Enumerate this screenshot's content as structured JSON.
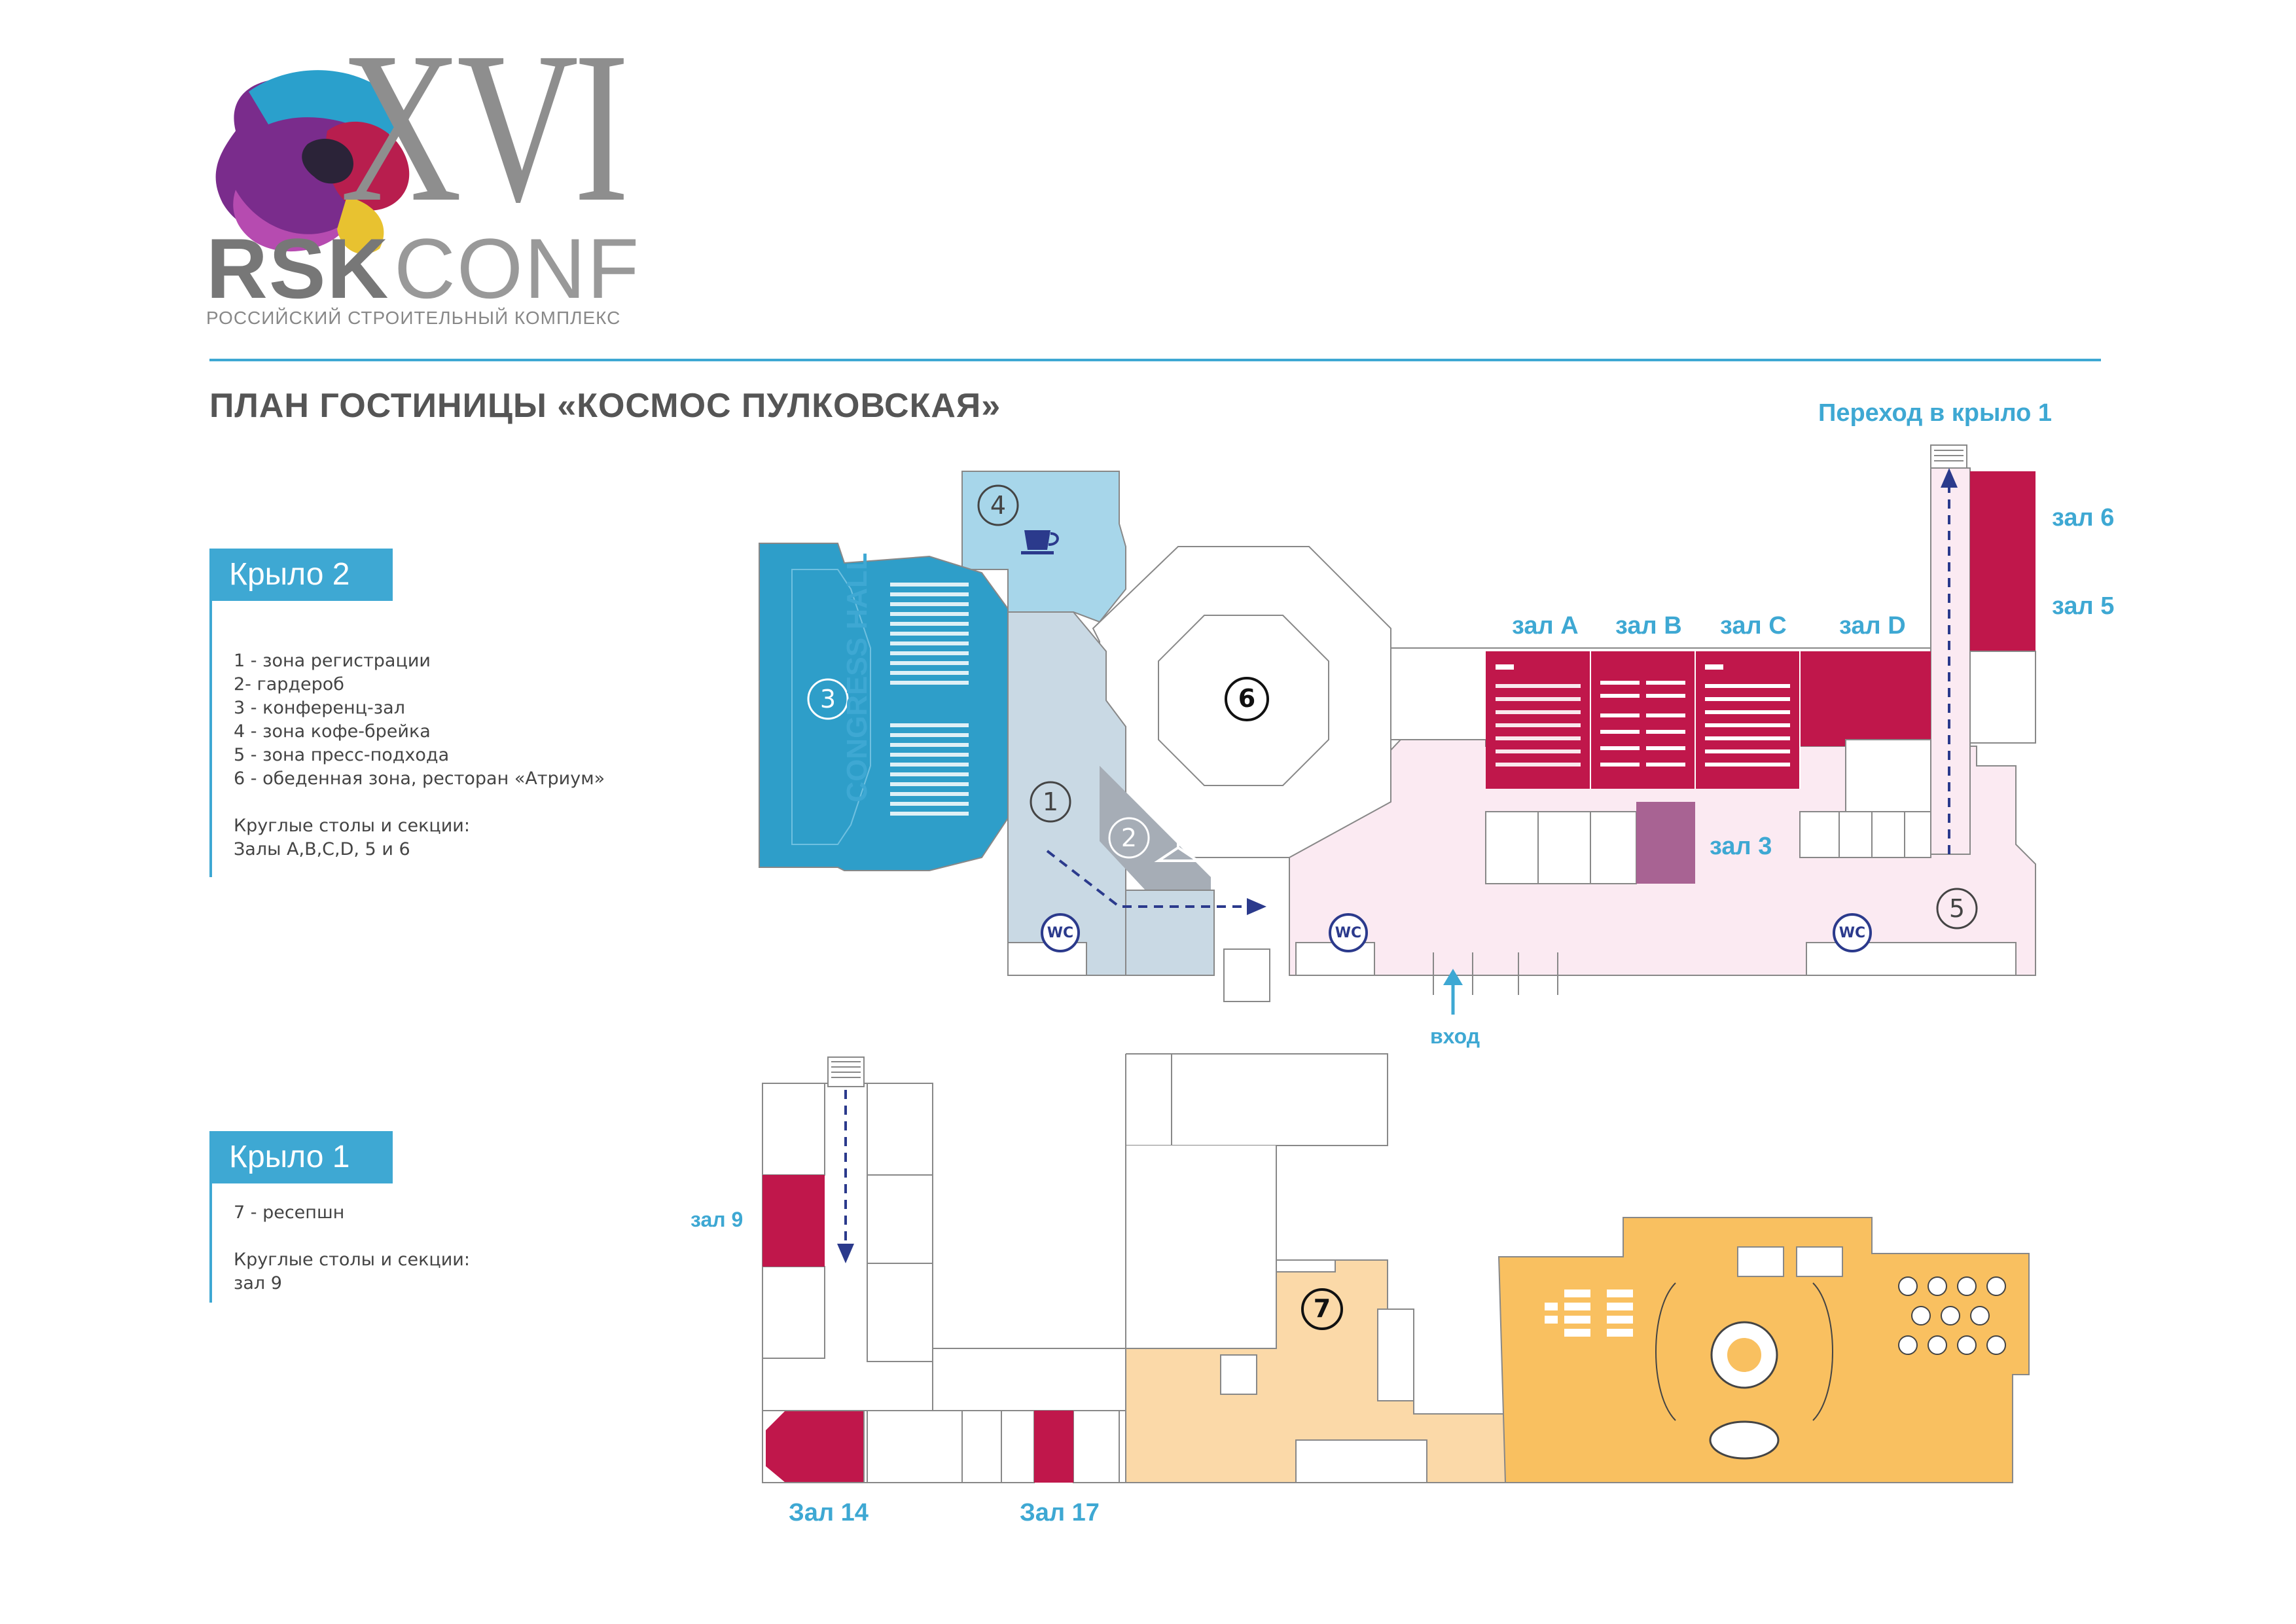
{
  "logo": {
    "numeral": "XVI",
    "brand_bold": "RSK",
    "brand_light": "CONF",
    "subtitle": "РОССИЙСКИЙ СТРОИТЕЛЬНЫЙ КОМПЛЕКС"
  },
  "page_title": "ПЛАН ГОСТИНИЦЫ «КОСМОС ПУЛКОВСКАЯ»",
  "wing2": {
    "tag": "Крыло 2",
    "legend": [
      "1 - зона регистрации",
      "2- гардероб",
      "3 - конференц-зал",
      "4 - зона кофе-брейка",
      "5 - зона пресс-подхода",
      "6 - обеденная зона, ресторан «Атриум»"
    ],
    "sections_title": "Круглые столы и секции:",
    "sections": "Залы A,B,C,D, 5 и 6"
  },
  "wing1": {
    "tag": "Крыло 1",
    "legend": [
      "7 - ресепшн"
    ],
    "sections_title": "Круглые столы и секции:",
    "sections": "зал 9"
  },
  "map_labels": {
    "congress_hall": "CONGRESS HALL",
    "transition": "Переход в крыло 1",
    "hall_6": "зал 6",
    "hall_5": "зал 5",
    "hall_a": "зал A",
    "hall_b": "зал B",
    "hall_c": "зал C",
    "hall_d": "зал D",
    "hall_3": "зал 3",
    "entrance": "вход",
    "hall_9": "зал 9",
    "hall_14": "Зал 14",
    "hall_17": "Зал 17"
  },
  "zones": {
    "z1": "1",
    "z2": "2",
    "z3": "3",
    "z4": "4",
    "z5": "5",
    "z6": "6",
    "z7": "7",
    "wc": "WC"
  },
  "colors": {
    "accent_blue": "#3ea8d3",
    "congress_blue": "#2e9ec9",
    "crimson": "#c0174b",
    "light_pink": "#fbeaf2",
    "purple_hall": "#a86393",
    "registration": "#c9d9e4",
    "coffee": "#a7d6ea",
    "cloakroom": "#a6adb6",
    "orange": "#f9c060",
    "light_orange": "#fbd9a8",
    "navy": "#2b3a8c"
  }
}
